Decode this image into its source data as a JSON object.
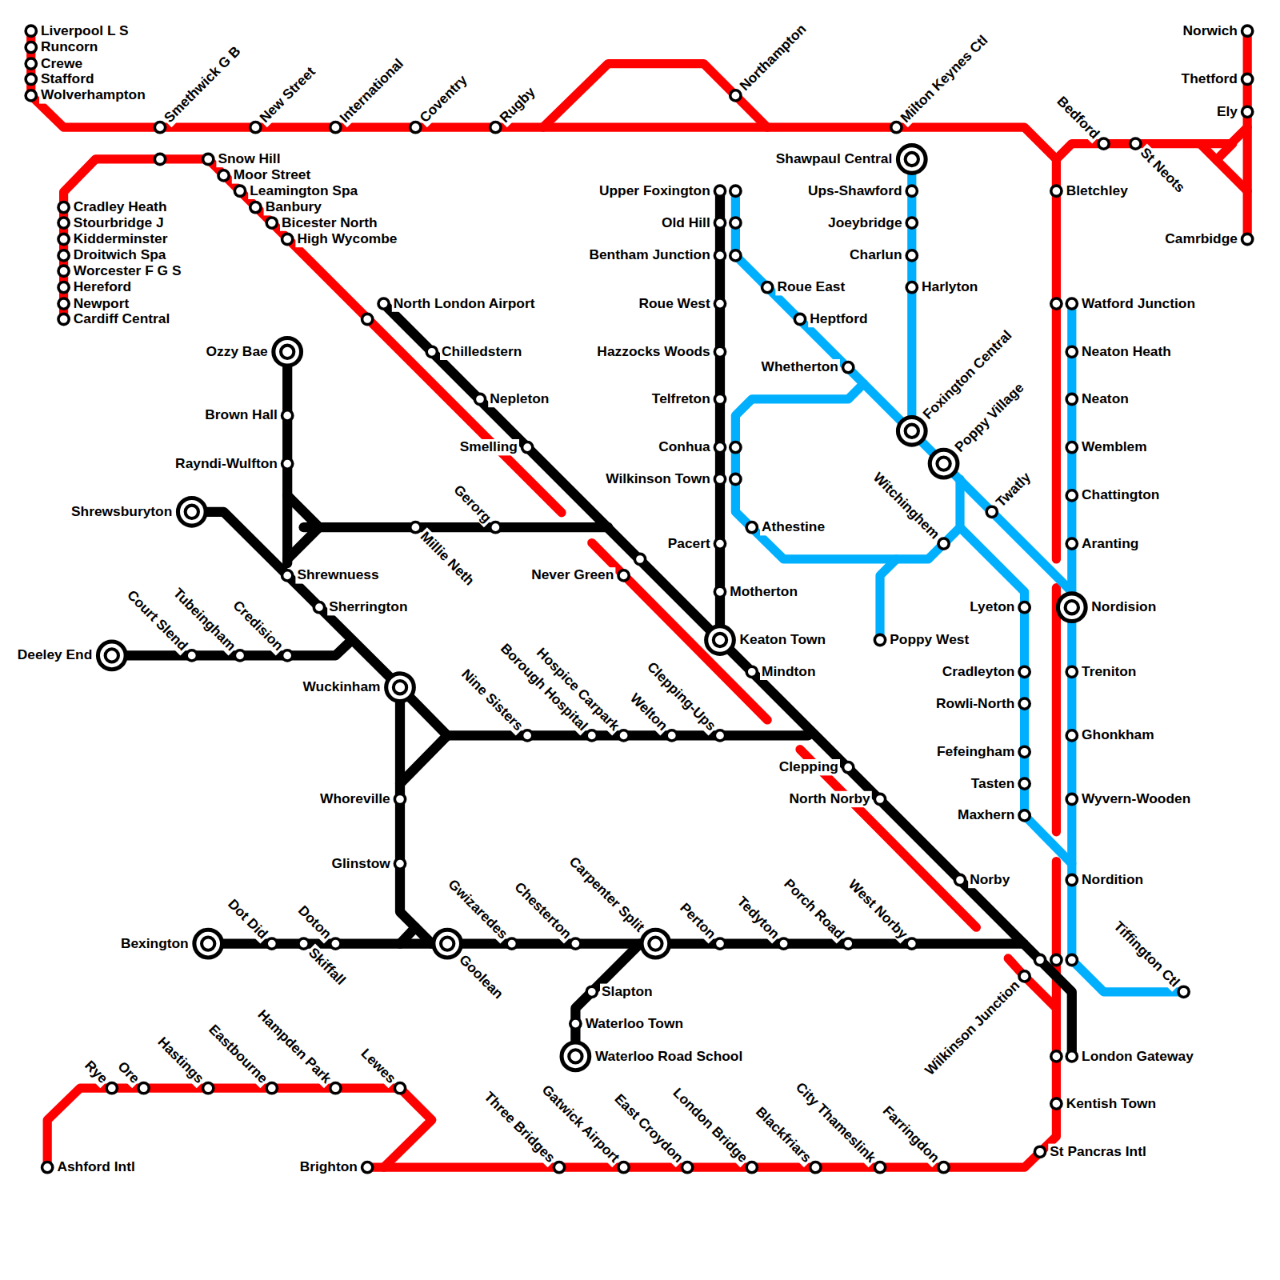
{
  "diagram": {
    "labels": [
      "Liverpool L S",
      "Runcorn",
      "Crewe",
      "Stafford",
      "Wolverhampton",
      "Smethwick G B",
      "New Street",
      "International",
      "Coventry",
      "Rugby",
      "Northampton",
      "Milton Keynes Ctl",
      "Norwich",
      "Thetford",
      "Ely",
      "Bedford",
      "St Neots",
      "Camrbidge",
      "Snow Hill",
      "Moor Street",
      "Leamington Spa",
      "Banbury",
      "Bicester North",
      "High Wycombe",
      "Cradley Heath",
      "Stourbridge J",
      "Kidderminster",
      "Droitwich Spa",
      "Worcester F G S",
      "Hereford",
      "Newport",
      "Cardiff Central",
      "Shawpaul Central",
      "Upper Foxington",
      "Ups-Shawford",
      "Bletchley",
      "Old Hill",
      "Joeybridge",
      "Bentham Junction",
      "Charlun",
      "Roue East",
      "Harlyton",
      "North London Airport",
      "Roue West",
      "Watford Junction",
      "Heptford",
      "Ozzy Bae",
      "Chilledstern",
      "Hazzocks Woods",
      "Neaton Heath",
      "Whetherton",
      "Nepleton",
      "Brown Hall",
      "Telfreton",
      "Foxington Central",
      "Neaton",
      "Smelling",
      "Conhua",
      "Wemblem",
      "Rayndi-Wulfton",
      "Poppy Village",
      "Witchinghem",
      "Wilkinson Town",
      "Chattington",
      "Shrewsburyton",
      "Gerorg",
      "Twatly",
      "Athestine",
      "Millie Neth",
      "Pacert",
      "Aranting",
      "Shrewnuess",
      "Never Green",
      "Motherton",
      "Sherrington",
      "Lyeton",
      "Nordision",
      "Keaton Town",
      "Poppy West",
      "Deeley End",
      "Court Slend",
      "Tubeingham",
      "Credision",
      "Mindton",
      "Cradleyton",
      "Treniton",
      "Wuckinham",
      "Rowli-North",
      "Nine Sisters",
      "Borough Hospital",
      "Hospice Carpark",
      "Welton",
      "Clepping-Ups",
      "Ghonkham",
      "Fefeingham",
      "Clepping",
      "Tasten",
      "Whoreville",
      "North Norby",
      "Wyvern-Wooden",
      "Maxhern",
      "Glinstow",
      "Norby",
      "Nordition",
      "Bexington",
      "Dot Did",
      "Skiffall",
      "Doton",
      "Goolean",
      "Gwizaredes",
      "Chesterton",
      "Carpenter Split",
      "Perton",
      "Tedyton",
      "Porch Road",
      "West Norby",
      "Tiffington Ctl",
      "Wilkinson Junction",
      "Slapton",
      "Waterloo Town",
      "Waterloo Road School",
      "London Gateway",
      "Rye",
      "Ore",
      "Hastings",
      "Eastbourne",
      "Hampden Park",
      "Lewes",
      "Kentish Town",
      "St Pancras Intl",
      "Ashford Intl",
      "Brighton",
      "Three Bridges",
      "Gatwick Airport",
      "East Croydon",
      "London Bridge",
      "Blackfriars",
      "City Thameslink",
      "Farringdon"
    ]
  }
}
